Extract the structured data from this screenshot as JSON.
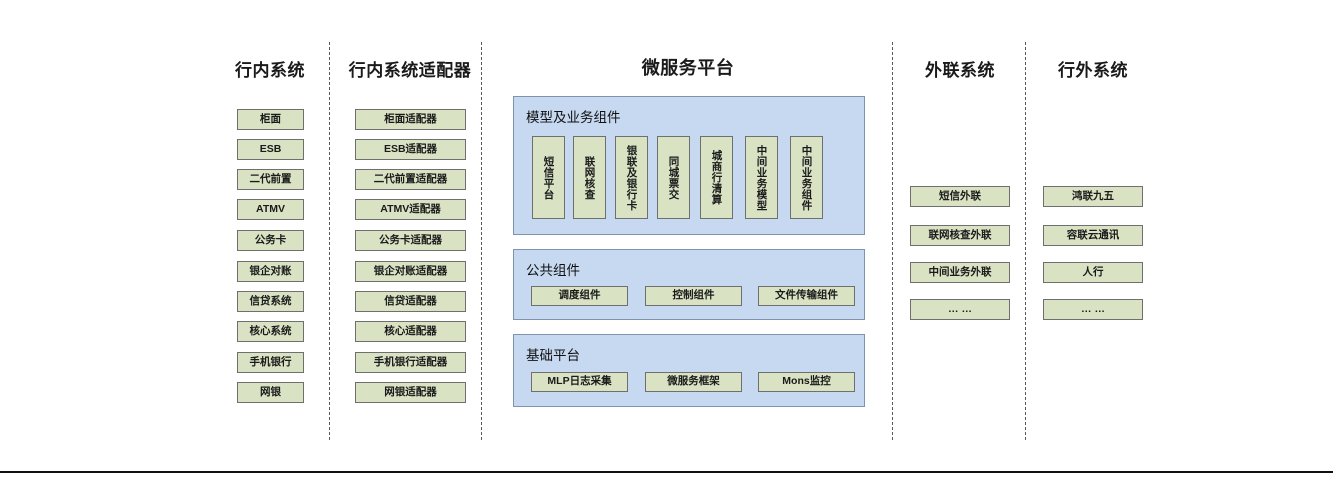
{
  "diagram": {
    "columns": [
      {
        "id": "in-bank-systems",
        "title": "行内系统",
        "items": [
          {
            "label": "柜面"
          },
          {
            "label": "ESB"
          },
          {
            "label": "二代前置"
          },
          {
            "label": "ATMV"
          },
          {
            "label": "公务卡"
          },
          {
            "label": "银企对账"
          },
          {
            "label": "信贷系统"
          },
          {
            "label": "核心系统"
          },
          {
            "label": "手机银行"
          },
          {
            "label": "网银"
          }
        ]
      },
      {
        "id": "in-bank-adapters",
        "title": "行内系统适配器",
        "items": [
          {
            "label": "柜面适配器"
          },
          {
            "label": "ESB适配器"
          },
          {
            "label": "二代前置适配器"
          },
          {
            "label": "ATMV适配器"
          },
          {
            "label": "公务卡适配器"
          },
          {
            "label": "银企对账适配器"
          },
          {
            "label": "信贷适配器"
          },
          {
            "label": "核心适配器"
          },
          {
            "label": "手机银行适配器"
          },
          {
            "label": "网银适配器"
          }
        ]
      },
      {
        "id": "microservice-platform",
        "title": "微服务平台",
        "panels": [
          {
            "id": "model-business-components",
            "label": "模型及业务组件",
            "orientation": "vertical",
            "items": [
              {
                "label": "短信平台"
              },
              {
                "label": "联网核查"
              },
              {
                "label": "银联及银行卡"
              },
              {
                "label": "同城票交"
              },
              {
                "label": "城商行清算"
              },
              {
                "label": "中间业务模型"
              },
              {
                "label": "中间业务组件"
              }
            ]
          },
          {
            "id": "public-components",
            "label": "公共组件",
            "orientation": "horizontal",
            "items": [
              {
                "label": "调度组件"
              },
              {
                "label": "控制组件"
              },
              {
                "label": "文件传输组件"
              }
            ]
          },
          {
            "id": "base-platform",
            "label": "基础平台",
            "orientation": "horizontal",
            "items": [
              {
                "label": "MLP日志采集"
              },
              {
                "label": "微服务框架"
              },
              {
                "label": "Mons监控"
              }
            ]
          }
        ]
      },
      {
        "id": "external-link-systems",
        "title": "外联系统",
        "items": [
          {
            "label": "短信外联"
          },
          {
            "label": "联网核查外联"
          },
          {
            "label": "中间业务外联"
          },
          {
            "label": "… …"
          }
        ]
      },
      {
        "id": "out-bank-systems",
        "title": "行外系统",
        "items": [
          {
            "label": "鸿联九五"
          },
          {
            "label": "容联云通讯"
          },
          {
            "label": "人行"
          },
          {
            "label": "… …"
          }
        ]
      }
    ],
    "colors": {
      "node_fill": "#d9e3c4",
      "node_border": "#6f6f6f",
      "panel_fill": "#c6d9f1",
      "panel_border": "#7f93ad",
      "divider": "#5a5a5a",
      "text": "#1a1a1a",
      "background": "#ffffff"
    }
  }
}
